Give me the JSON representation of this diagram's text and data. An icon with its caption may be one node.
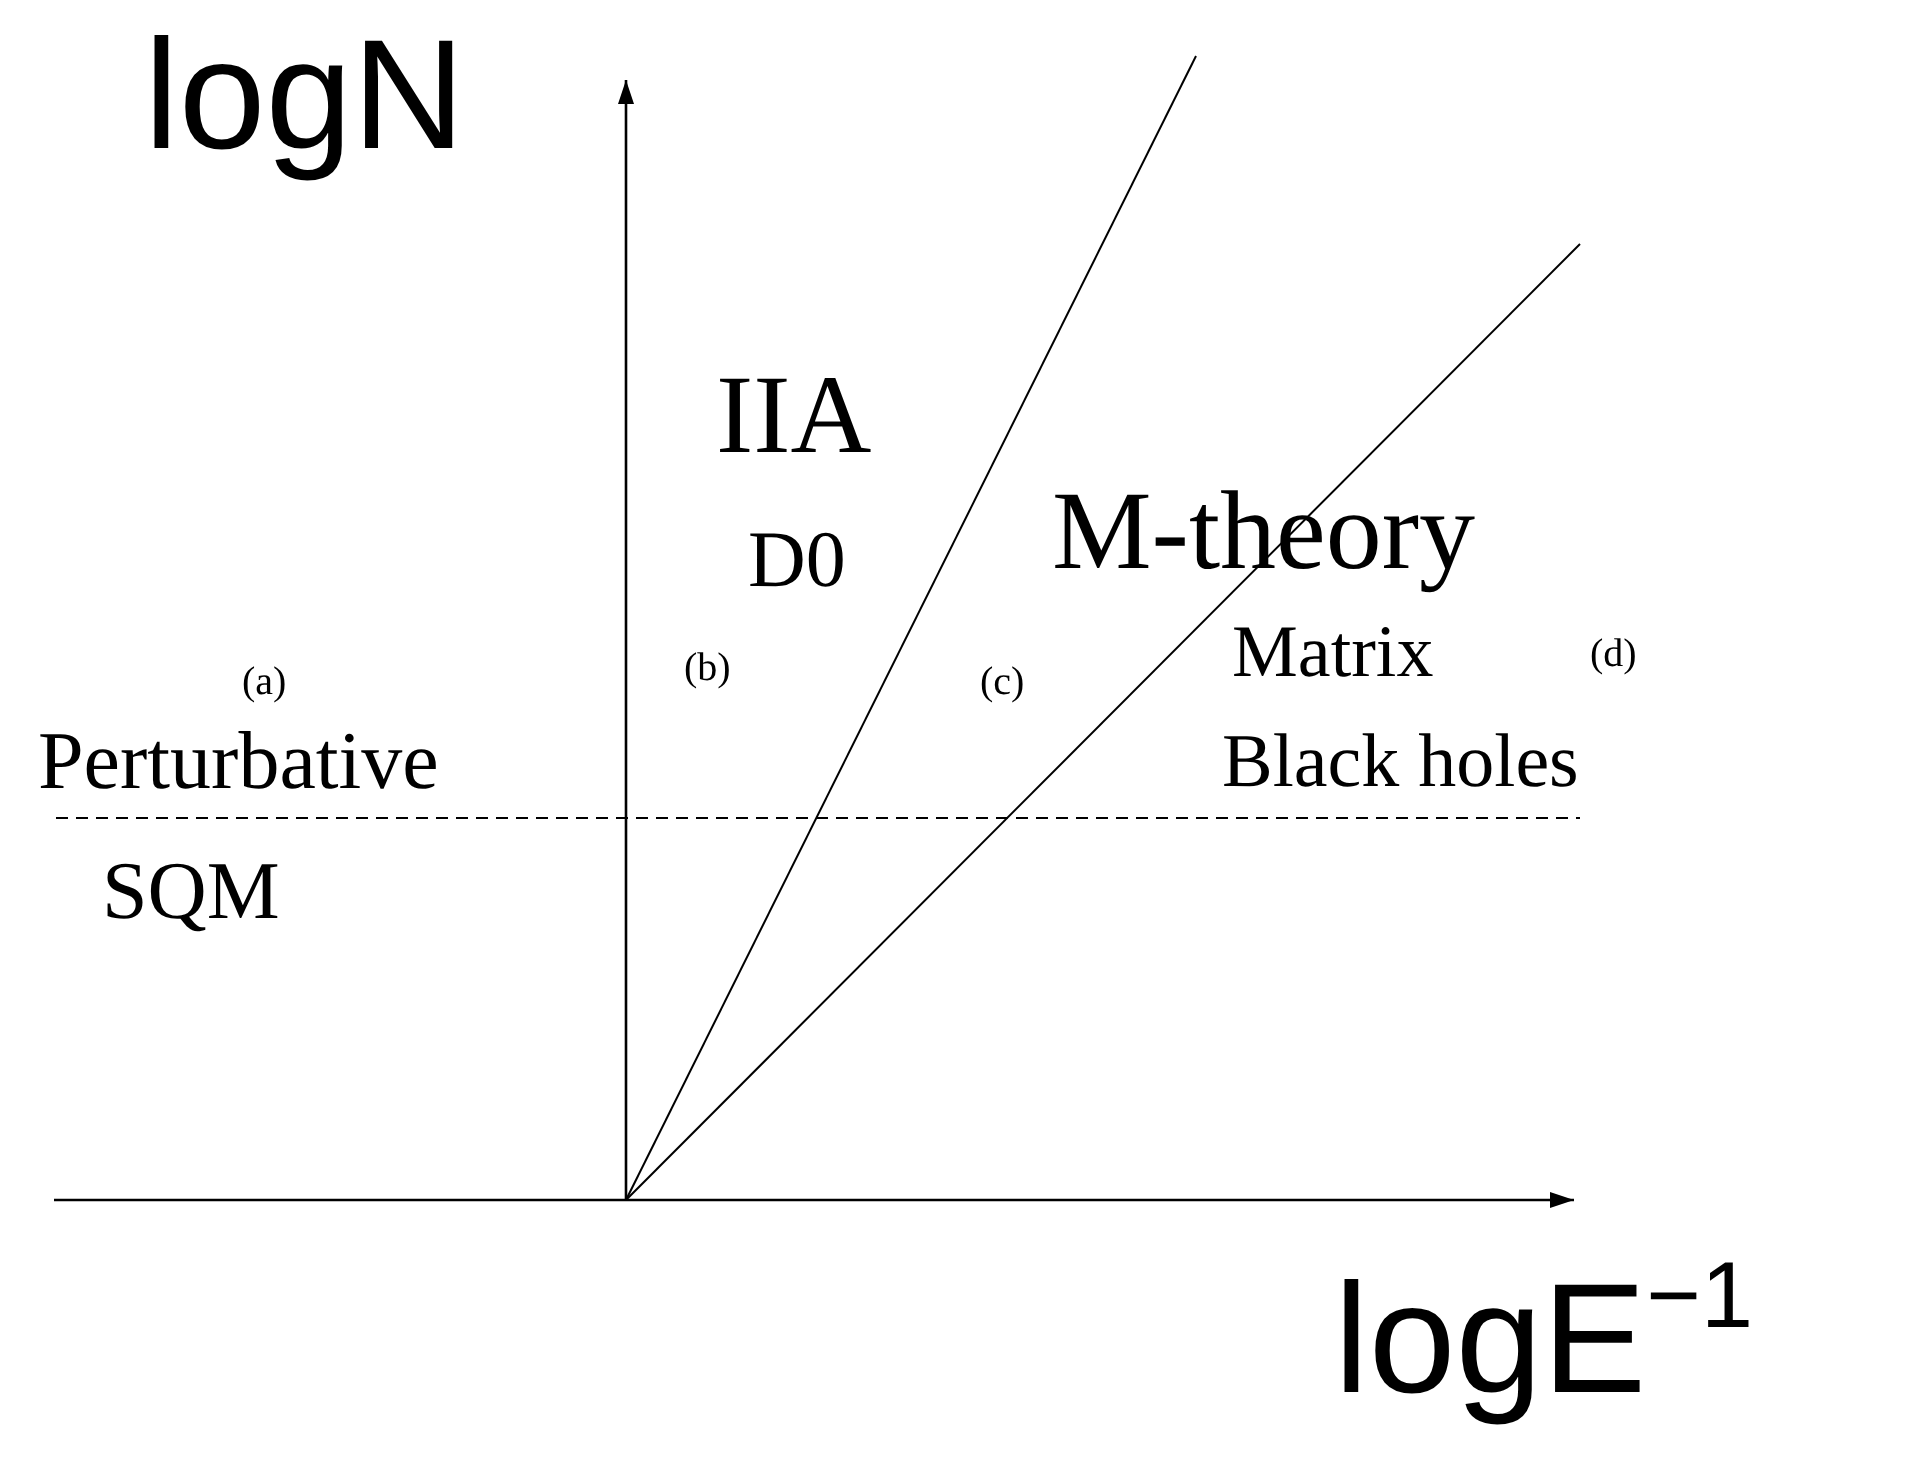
{
  "diagram": {
    "labels": [
      "logN",
      "IIA",
      "D0",
      "M-theory",
      "(a)",
      "(b)",
      "(c)",
      "Matrix",
      "(d)",
      "Perturbative",
      "Black holes",
      "SQM",
      "logE$^{−1}$"
    ]
  }
}
